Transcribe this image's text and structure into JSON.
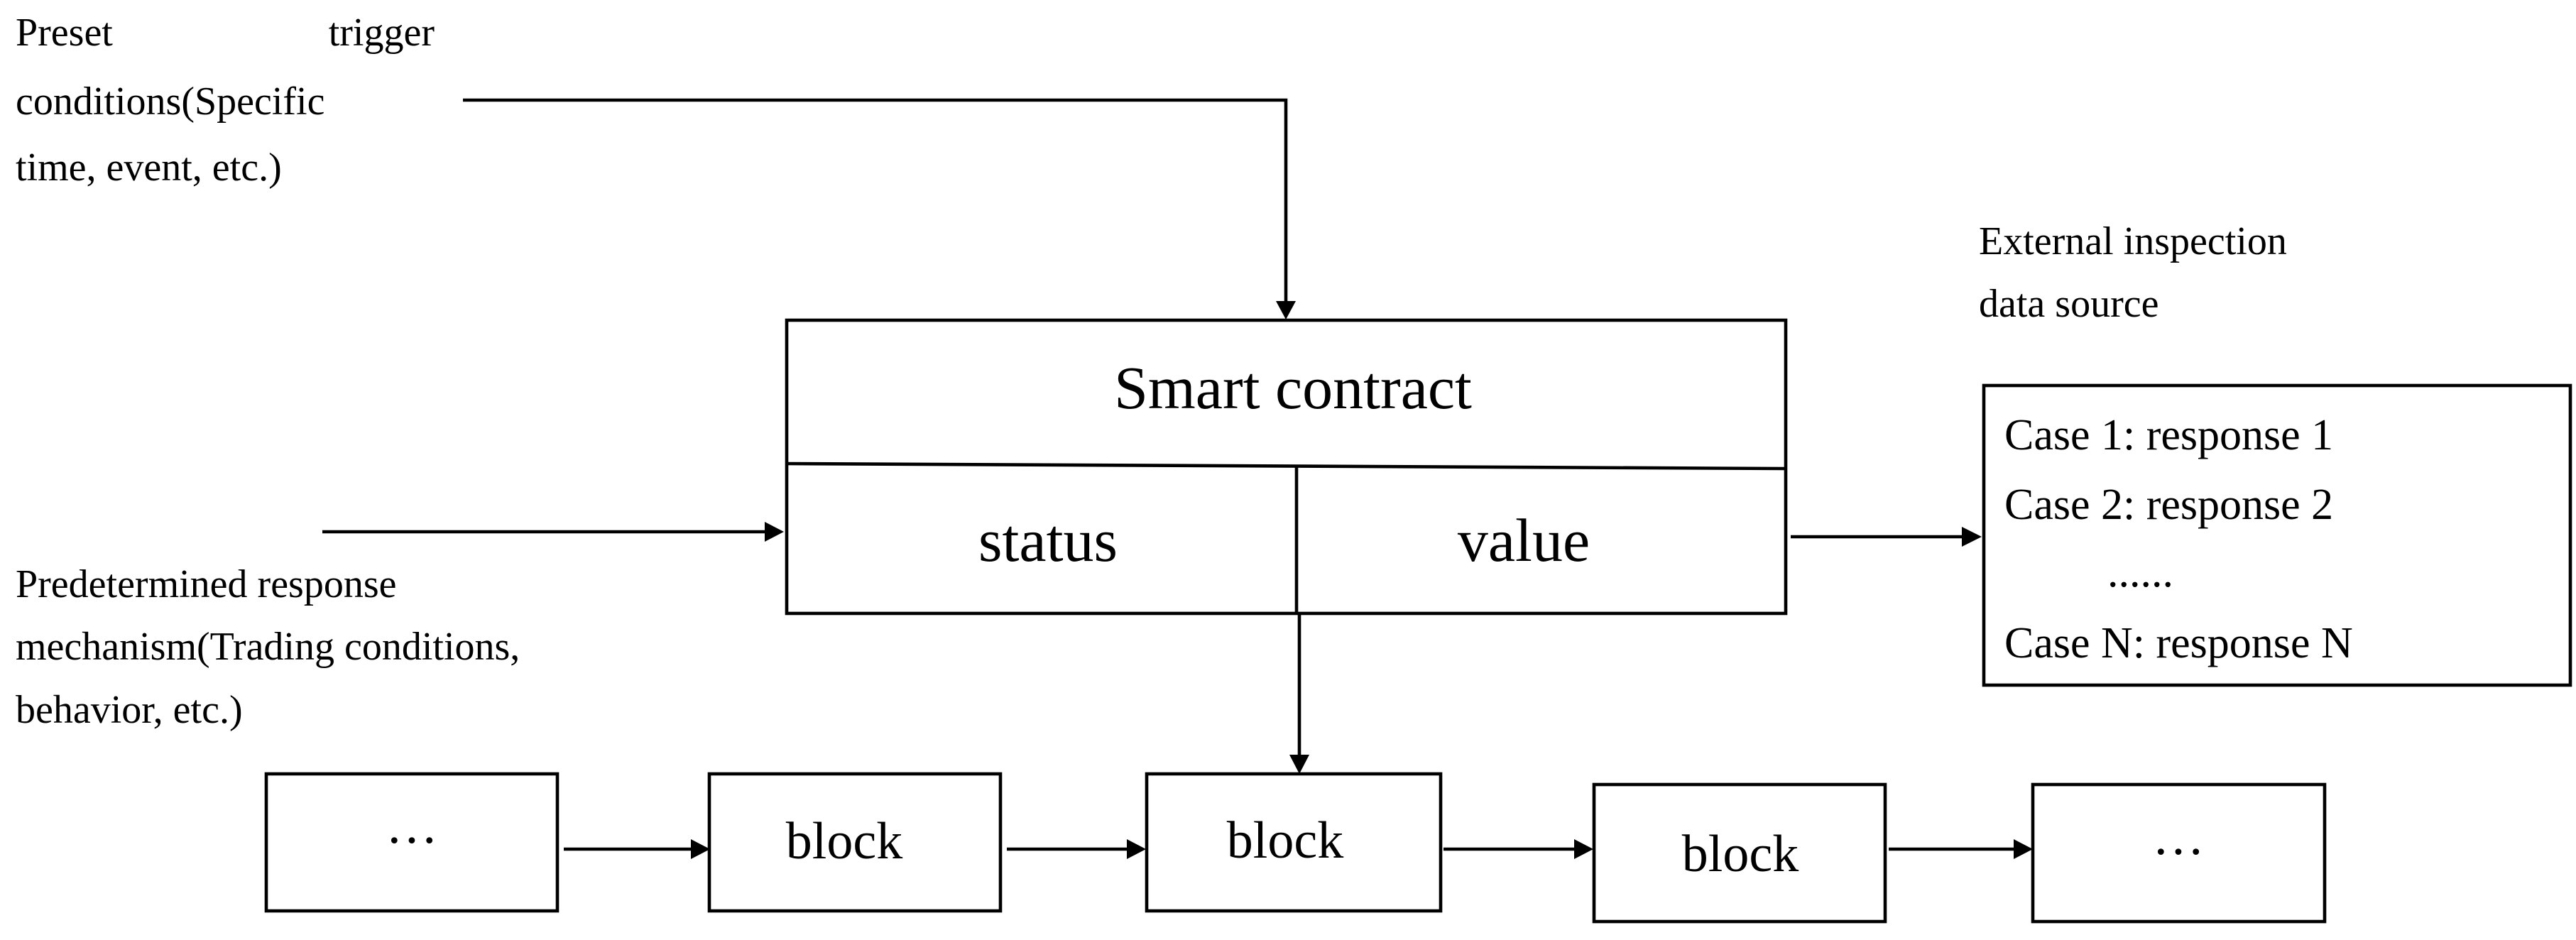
{
  "trigger": {
    "line1_left": "Preset",
    "line1_right": "trigger",
    "line2": "conditions(Specific",
    "line3": "time, event,  etc.)"
  },
  "response_mech": {
    "line1": "Predetermined response",
    "line2": "mechanism(Trading conditions,",
    "line3": "behavior, etc.)"
  },
  "contract": {
    "title": "Smart contract",
    "status": "status",
    "value": "value"
  },
  "external": {
    "line1": "External inspection",
    "line2": "data source"
  },
  "cases": [
    "Case 1: response 1",
    "Case 2: response 2",
    "......",
    "Case N: response N"
  ],
  "chain": [
    "···",
    "block",
    "block",
    "block",
    "···"
  ]
}
